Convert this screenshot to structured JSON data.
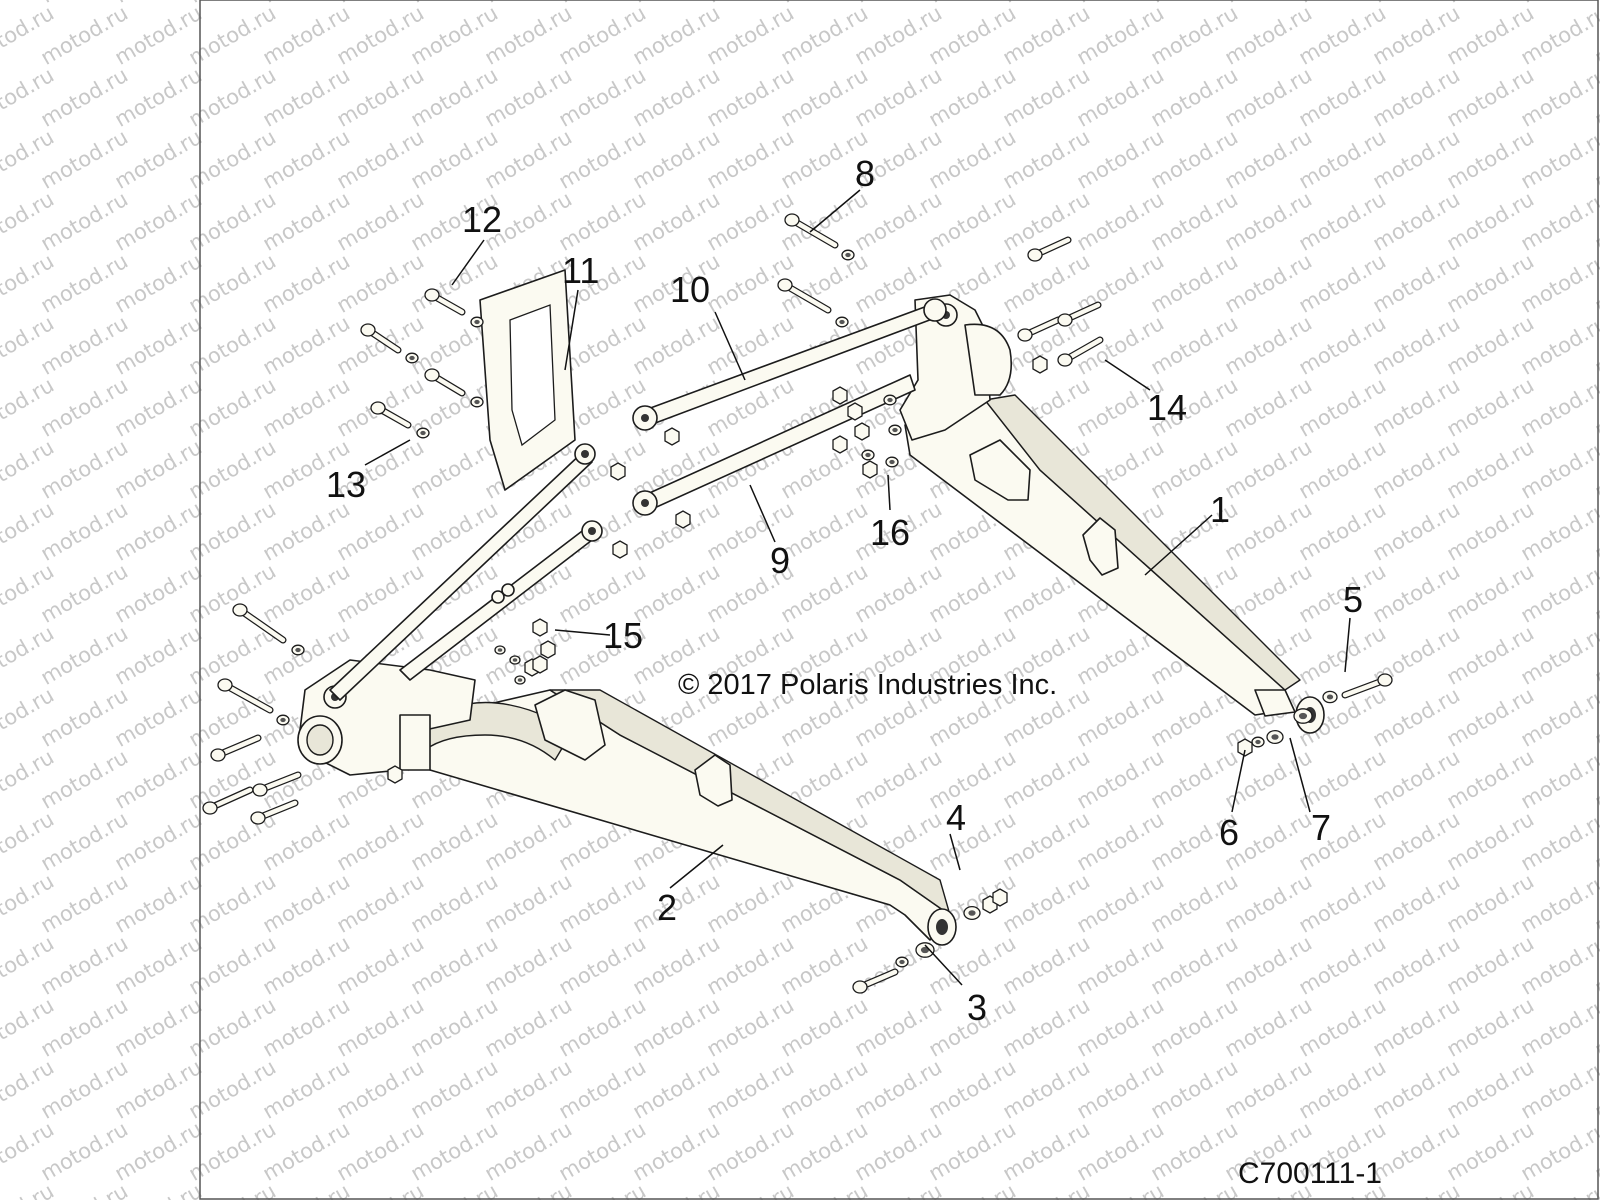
{
  "watermark": {
    "text": "motod.ru"
  },
  "copyright": "© 2017 Polaris Industries Inc.",
  "figure_id": "C700111-1",
  "callouts": [
    {
      "id": "c1",
      "label": "1"
    },
    {
      "id": "c2",
      "label": "2"
    },
    {
      "id": "c3",
      "label": "3"
    },
    {
      "id": "c4",
      "label": "4"
    },
    {
      "id": "c5",
      "label": "5"
    },
    {
      "id": "c6",
      "label": "6"
    },
    {
      "id": "c7",
      "label": "7"
    },
    {
      "id": "c8",
      "label": "8"
    },
    {
      "id": "c9",
      "label": "9"
    },
    {
      "id": "c10",
      "label": "10"
    },
    {
      "id": "c11",
      "label": "11"
    },
    {
      "id": "c12",
      "label": "12"
    },
    {
      "id": "c13",
      "label": "13"
    },
    {
      "id": "c14",
      "label": "14"
    },
    {
      "id": "c15",
      "label": "15"
    },
    {
      "id": "c16",
      "label": "16"
    }
  ]
}
